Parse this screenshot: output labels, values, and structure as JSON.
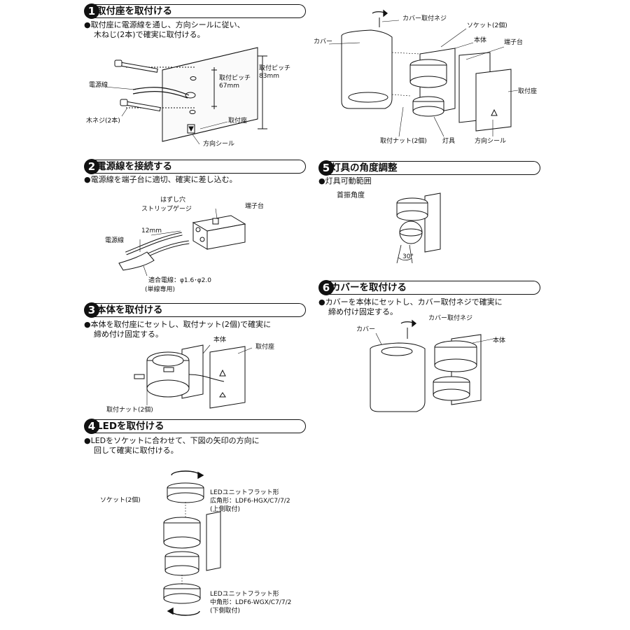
{
  "steps": [
    {
      "num": "1",
      "title": "取付座を取付ける",
      "lines": [
        "●取付座に電源線を通し、方向シールに従い、",
        "木ねじ(2本)で確実に取付ける。"
      ]
    },
    {
      "num": "2",
      "title": "電源線を接続する",
      "lines": [
        "●電源線を端子台に適切、確実に差し込む。"
      ]
    },
    {
      "num": "3",
      "title": "本体を取付ける",
      "lines": [
        "●本体を取付座にセットし、取付ナット(2個)で確実に",
        "締め付け固定する。"
      ]
    },
    {
      "num": "4",
      "title": "LEDを取付ける",
      "lines": [
        "●LEDをソケットに合わせて、下図の矢印の方向に",
        "回して確実に取付ける。"
      ]
    },
    {
      "num": "5",
      "title": "灯具の角度調整",
      "lines": [
        "●灯具可動範囲"
      ]
    },
    {
      "num": "6",
      "title": "カバーを取付ける",
      "lines": [
        "●カバーを本体にセットし、カバー取付ネジで確実に",
        "締め付け固定する。"
      ]
    }
  ],
  "fig1": {
    "power_cable": "電源線",
    "wood_screw": "木ネジ(2本)",
    "pitch_inner": "取付ピッチ\n67mm",
    "pitch_outer": "取付ピッチ\n83mm",
    "mount_base": "取付座",
    "direction_seal": "方向シール"
  },
  "fig2": {
    "hole": "はずし穴",
    "strip_gauge": "ストリップゲージ",
    "terminal": "端子台",
    "strip_length": "12mm",
    "power_cable": "電源線",
    "wire_spec": "適合電線：φ1.6･φ2.0",
    "wire_note": "(単線専用)"
  },
  "fig3": {
    "body": "本体",
    "mount_base": "取付座",
    "nut": "取付ナット(2個)"
  },
  "fig4": {
    "socket": "ソケット(2個)",
    "led_top_name": "LEDユニットフラット形",
    "led_top_model": "広角形：LDF6-HGX/C7/7/2",
    "led_top_pos": "(上側取付)",
    "led_bottom_name": "LEDユニットフラット形",
    "led_bottom_model": "中角形：LDF6-WGX/C7/7/2",
    "led_bottom_pos": "(下側取付)"
  },
  "fig_exploded": {
    "cover_screw": "カバー取付ネジ",
    "cover": "カバー",
    "socket": "ソケット(2個)",
    "body": "本体",
    "terminal": "端子台",
    "mount_base": "取付座",
    "nut": "取付ナット(2個)",
    "lamp": "灯具",
    "direction_seal": "方向シール"
  },
  "fig5": {
    "swing_angle": "首振角度",
    "angle": "30°"
  },
  "fig6": {
    "cover_screw": "カバー取付ネジ",
    "cover": "カバー",
    "body": "本体"
  }
}
